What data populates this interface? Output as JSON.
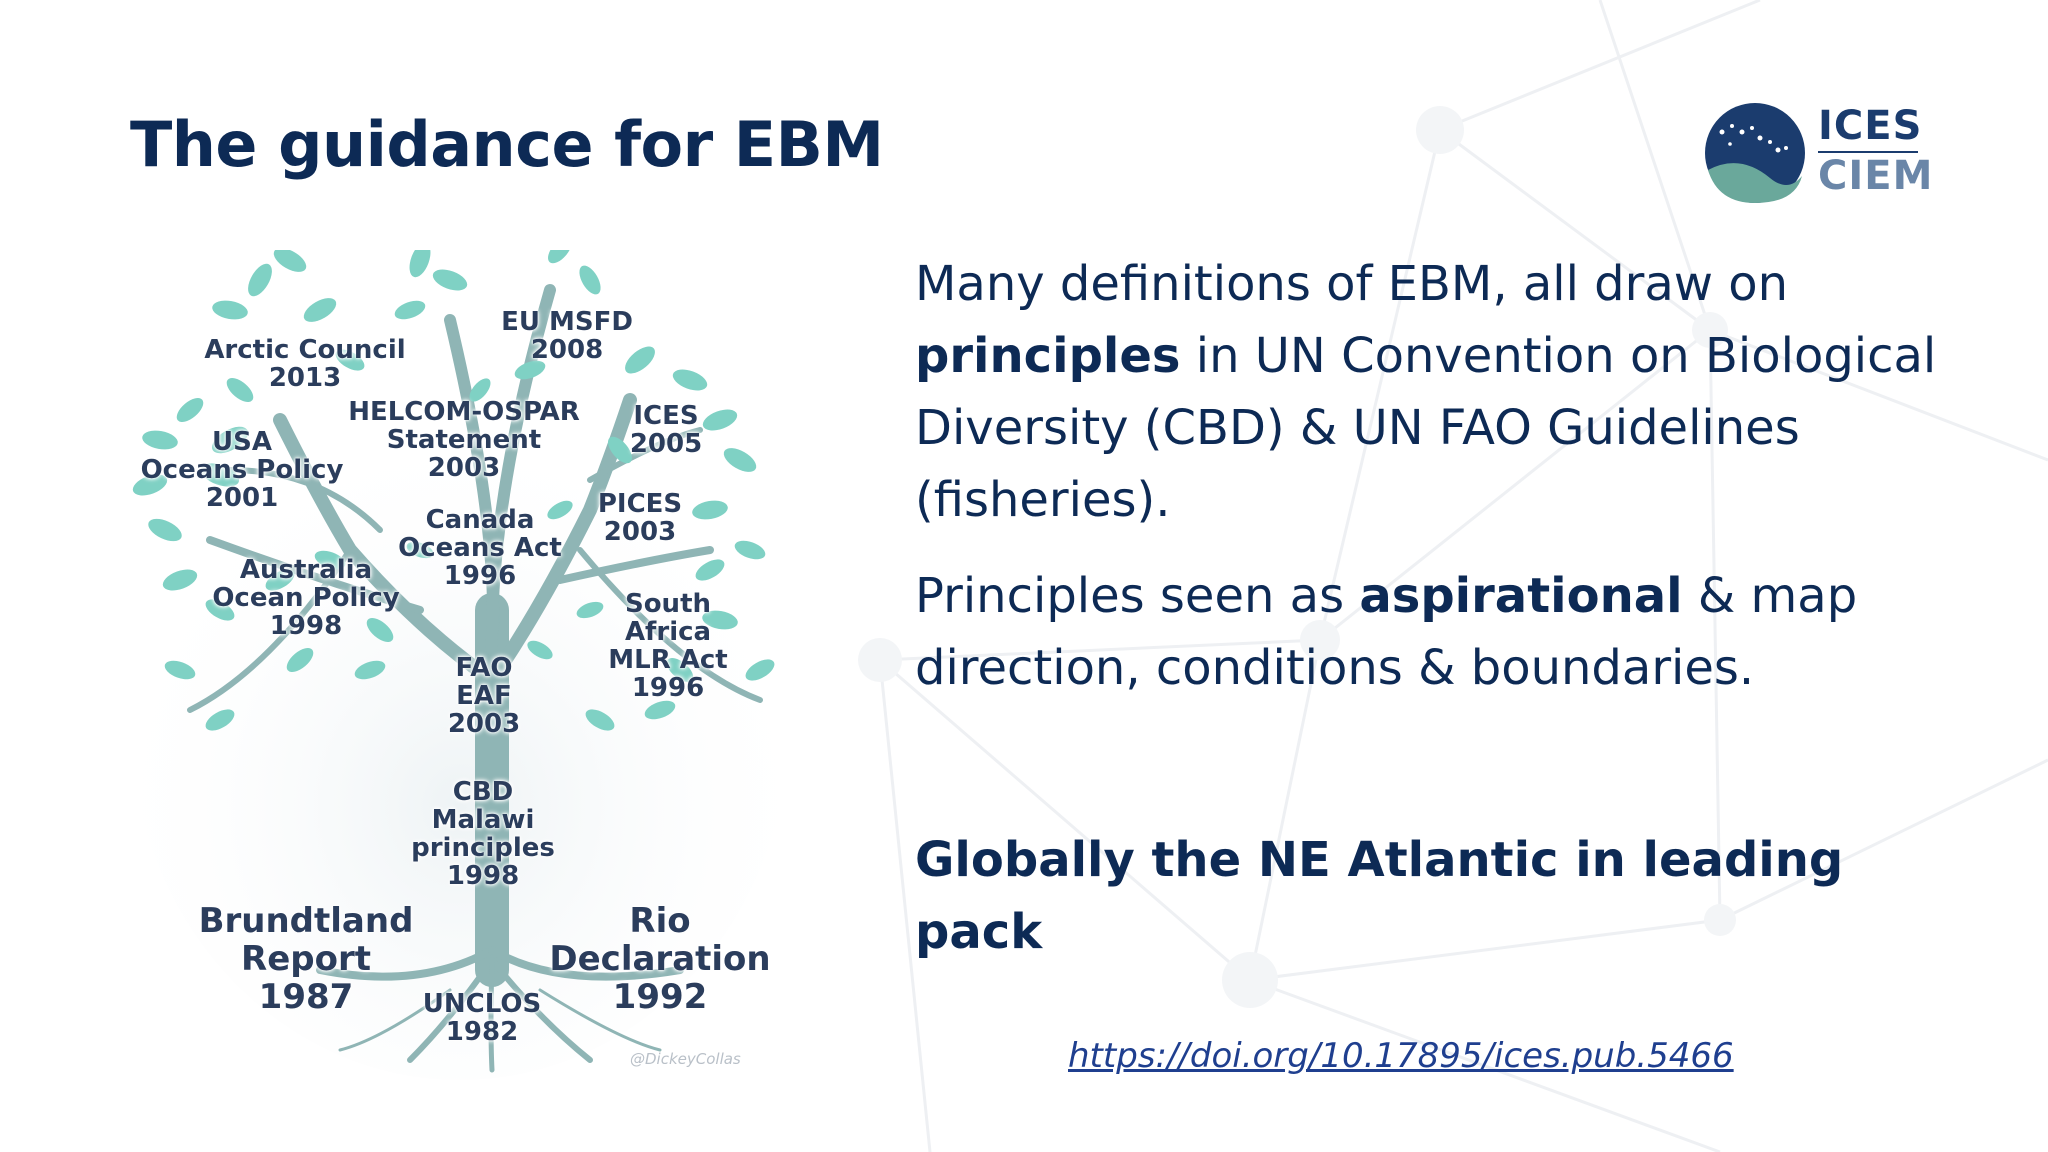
{
  "slide": {
    "title": "The guidance for EBM",
    "logo": {
      "top_text": "ICES",
      "bottom_text": "CIEM",
      "name": "ices-ciem-logo"
    },
    "tree_labels": [
      "Arctic Council\n2013",
      "EU MSFD\n2008",
      "HELCOM-OSPAR\nStatement\n2003",
      "ICES\n2005",
      "USA\nOceans Policy\n2001",
      "PICES\n2003",
      "Canada\nOceans Act\n1996",
      "Australia\nOcean Policy\n1998",
      "South Africa\nMLR Act\n1996",
      "FAO\nEAF\n2003",
      "CBD\nMalawi\nprinciples\n1998",
      "Brundtland\nReport\n1987",
      "Rio\nDeclaration\n1992",
      "UNCLOS\n1982"
    ],
    "tree_credit": "@DickeyCollas",
    "para1": {
      "t1": "Many definitions of EBM, all draw on",
      "bold": "principles",
      "t2": " in UN Convention on Biological Diversity (CBD) & UN FAO Guidelines (fisheries)."
    },
    "para2": {
      "t1": "Principles seen as ",
      "bold": "aspirational",
      "t2": " & map direction, conditions & boundaries."
    },
    "para3": "Globally the NE Atlantic in leading pack",
    "doi_link": "https://doi.org/10.17895/ices.pub.5466"
  },
  "colors": {
    "title": "#0d2a55",
    "tree_leaf": "#7fd1c4",
    "tree_trunk": "#8fb5b5",
    "link": "#1f3f8f",
    "logo_navy": "#1b3c6e",
    "logo_green": "#6aa89b"
  }
}
